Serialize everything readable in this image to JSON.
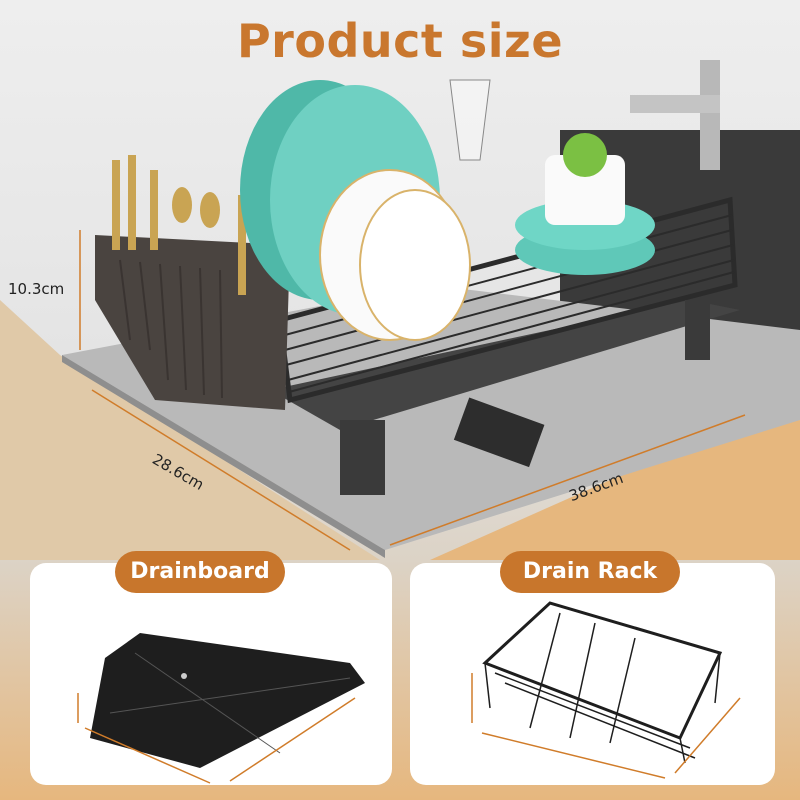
{
  "title": "Product size",
  "dimensions": {
    "height": "10.3cm",
    "depth": "28.6cm",
    "width": "38.6cm"
  },
  "cards": [
    {
      "label": "Drainboard"
    },
    {
      "label": "Drain Rack"
    }
  ],
  "colors": {
    "accent": "#c8762c",
    "rack": "#2b2b2b",
    "plate": "#5fc8b8"
  }
}
